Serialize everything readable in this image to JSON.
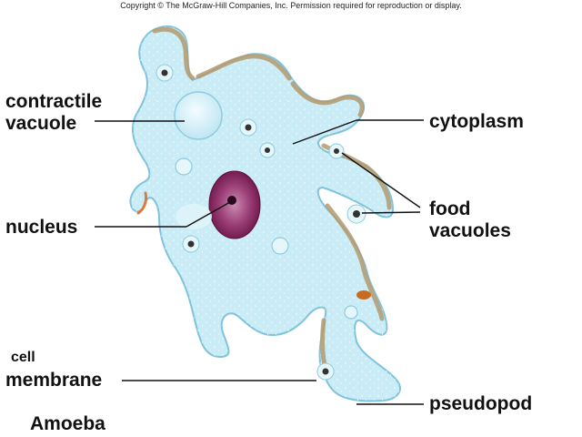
{
  "copyright": "Copyright © The McGraw-Hill Companies, Inc. Permission required for reproduction or display.",
  "labels": {
    "contractile_1": "contractile",
    "contractile_2": "vacuole",
    "cytoplasm": "cytoplasm",
    "food_1": "food",
    "food_2": "vacuoles",
    "nucleus": "nucleus",
    "cell": "cell",
    "membrane": "membrane",
    "pseudopod": "pseudopod",
    "title": "Amoeba"
  },
  "colors": {
    "cytoplasm": "#c9ecf6",
    "membrane_brown": "#b49a6e",
    "membrane_outline": "#7fc3dc",
    "nucleus": "#7a1d56",
    "nucleus_light": "#c07aa6",
    "vacuole": "#e6f7fc",
    "food": "#333333",
    "orange": "#e07a3a"
  }
}
